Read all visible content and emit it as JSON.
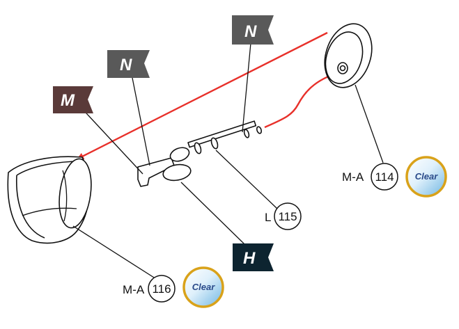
{
  "flags": {
    "n_top": {
      "letter": "N",
      "color": "#595959"
    },
    "n_mid": {
      "letter": "N",
      "color": "#595959"
    },
    "m": {
      "letter": "M",
      "color": "#5a3a39"
    },
    "h": {
      "letter": "H",
      "color": "#0d2430"
    }
  },
  "callouts": {
    "p114": {
      "code": "M-A",
      "number": "114",
      "finish": "Clear"
    },
    "p115": {
      "code": "L",
      "number": "115"
    },
    "p116": {
      "code": "M-A",
      "number": "116",
      "finish": "Clear"
    }
  },
  "arrows": {
    "color": "#e8302a"
  },
  "badge": {
    "ring_color": "#d9a21a",
    "fill_top": "#ffffff",
    "fill_bottom": "#7fc0e6"
  }
}
